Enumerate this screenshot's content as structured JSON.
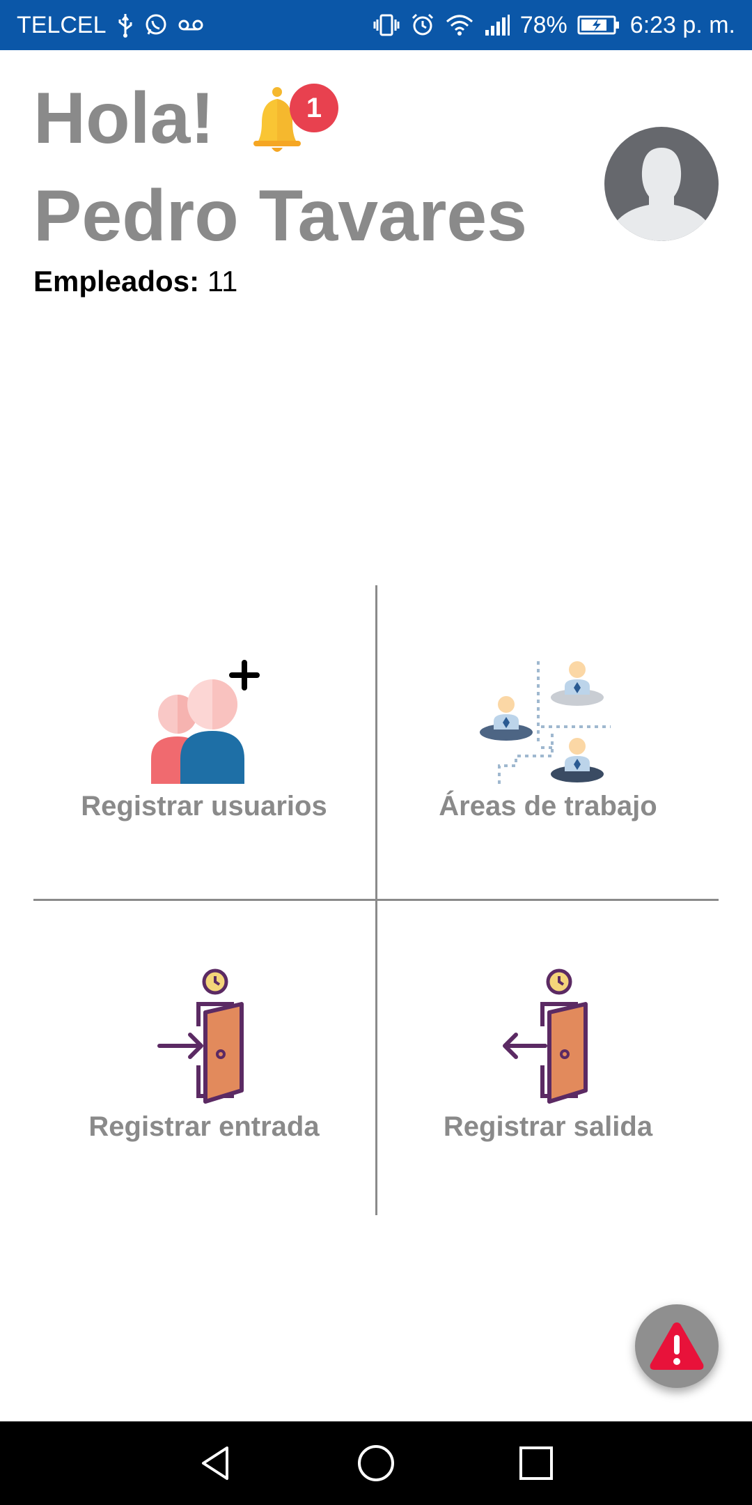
{
  "status_bar": {
    "carrier": "TELCEL",
    "battery": "78%",
    "time": "6:23 p. m."
  },
  "header": {
    "greeting": "Hola!",
    "notification_count": "1",
    "user_name": "Pedro Tavares",
    "employees_label": "Empleados:",
    "employees_count": "11"
  },
  "menu": {
    "tiles": [
      {
        "label": "Registrar usuarios",
        "icon": "add-users-icon"
      },
      {
        "label": "Áreas de trabajo",
        "icon": "work-areas-icon"
      },
      {
        "label": "Registrar entrada",
        "icon": "door-entry-icon"
      },
      {
        "label": "Registrar salida",
        "icon": "door-exit-icon"
      }
    ]
  },
  "fab": {
    "icon": "alert-triangle-icon"
  },
  "colors": {
    "status_bar": "#0b57a8",
    "title_gray": "#8a8a8a",
    "badge_red": "#e8414f",
    "door_orange": "#e28a5c",
    "door_purple": "#5b2a63"
  }
}
